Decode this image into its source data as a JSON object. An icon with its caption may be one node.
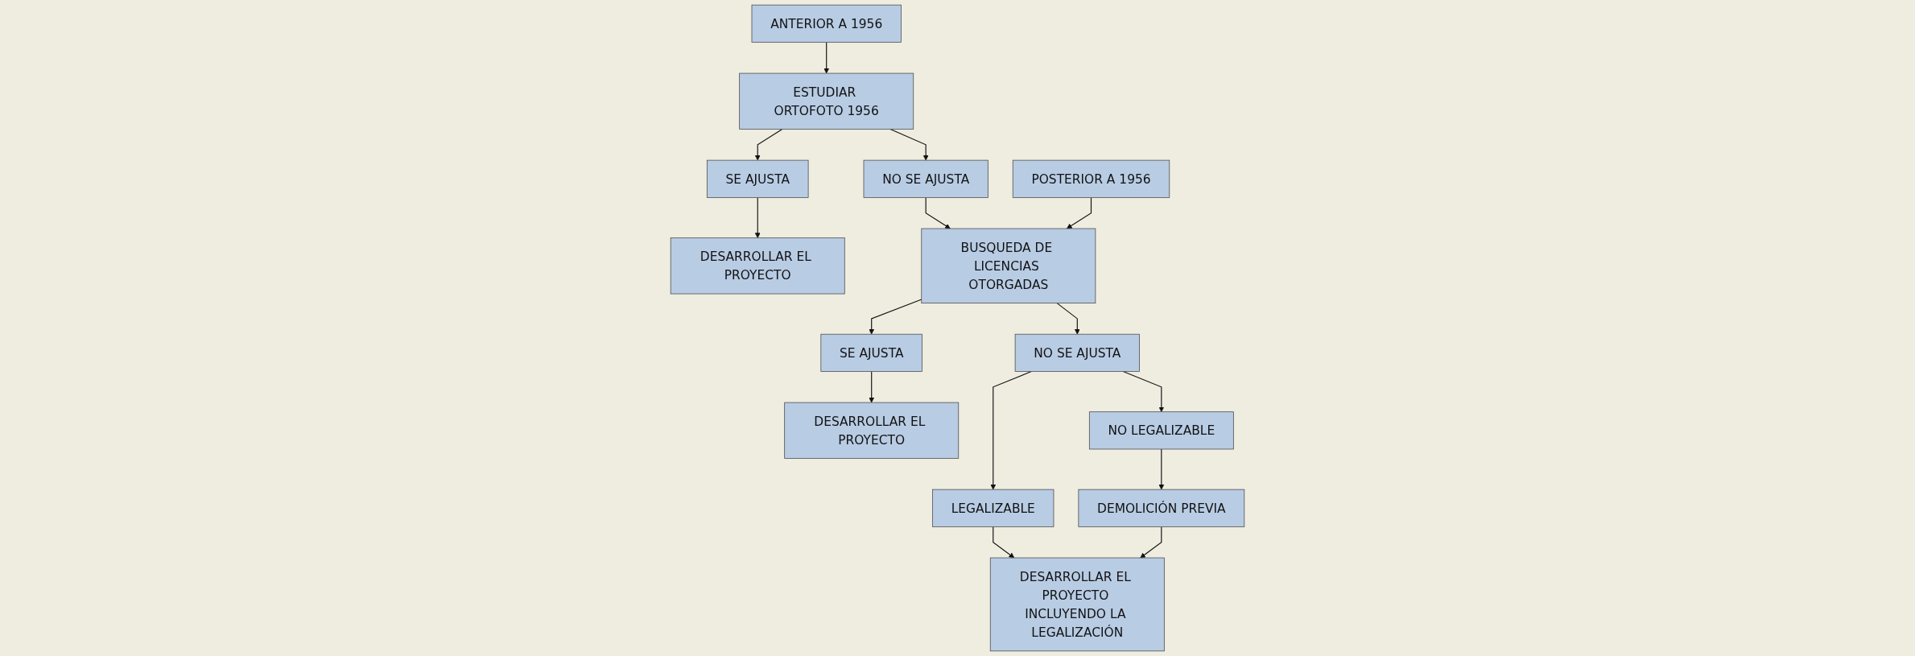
{
  "diagram": {
    "nodes": [
      {
        "text": [
          "ANTERIOR A 1956"
        ]
      },
      {
        "text": [
          "ESTUDIAR ORTOFOTO 1956"
        ]
      },
      {
        "text": [
          "SE AJUSTA"
        ]
      },
      {
        "text": [
          "NO SE AJUSTA"
        ]
      },
      {
        "text": [
          "DESARROLLAR EL PROYECTO"
        ]
      },
      {
        "text": [
          "POSTERIOR A 1956"
        ]
      },
      {
        "text": [
          "BUSQUEDA DE LICENCIAS OTORGADAS"
        ]
      },
      {
        "text": [
          "SE AJUSTA"
        ]
      },
      {
        "text": [
          "NO SE AJUSTA"
        ]
      },
      {
        "text": [
          "DESARROLLAR EL PROYECTO"
        ]
      },
      {
        "text": [
          "NO LEGALIZABLE"
        ]
      },
      {
        "text": [
          "LEGALIZABLE"
        ]
      },
      {
        "text": [
          "DEMOLICIÓN PREVIA"
        ]
      },
      {
        "text": [
          "DESARROLLAR EL PROYECTO INCLUYENDO LA LEGALIZACIÓN"
        ]
      }
    ],
    "edges": [
      {
        "from": 0,
        "to": 1,
        "arrow": "to"
      },
      {
        "from": 1,
        "to": 2,
        "arrow": "to"
      },
      {
        "from": 1,
        "to": 3,
        "arrow": "to"
      },
      {
        "from": 2,
        "to": 4,
        "arrow": "to"
      },
      {
        "from": 3,
        "to": 6,
        "arrow": "to"
      },
      {
        "from": 5,
        "to": 6,
        "arrow": "to"
      },
      {
        "from": 6,
        "to": 7,
        "arrow": "to"
      },
      {
        "from": 6,
        "to": 8,
        "arrow": "to"
      },
      {
        "from": 7,
        "to": 9,
        "arrow": "to"
      },
      {
        "from": 8,
        "to": 10,
        "arrow": "to"
      },
      {
        "from": 8,
        "to": 11,
        "arrow": "to"
      },
      {
        "from": 10,
        "to": 12,
        "arrow": "to"
      },
      {
        "from": 11,
        "to": 13,
        "arrow": "to"
      },
      {
        "from": 12,
        "to": 13,
        "arrow": "to"
      }
    ]
  }
}
